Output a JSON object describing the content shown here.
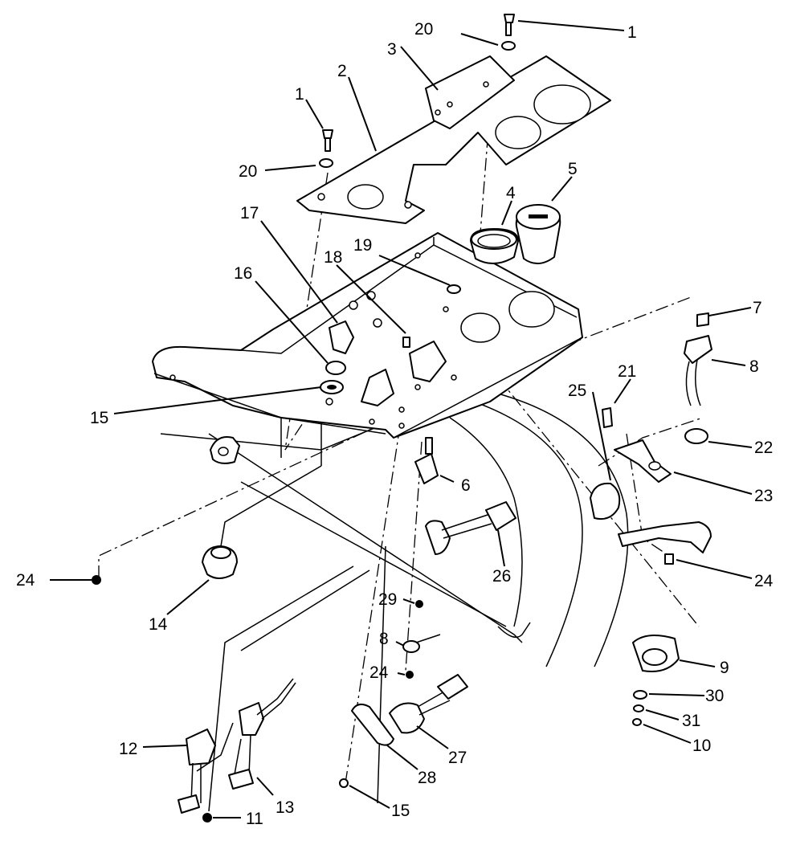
{
  "diagram": {
    "callouts": [
      {
        "id": "c1a",
        "text": "1"
      },
      {
        "id": "c20a",
        "text": "20"
      },
      {
        "id": "c3",
        "text": "3"
      },
      {
        "id": "c2",
        "text": "2"
      },
      {
        "id": "c1b",
        "text": "1"
      },
      {
        "id": "c20b",
        "text": "20"
      },
      {
        "id": "c5",
        "text": "5"
      },
      {
        "id": "c4",
        "text": "4"
      },
      {
        "id": "c17",
        "text": "17"
      },
      {
        "id": "c19",
        "text": "19"
      },
      {
        "id": "c18",
        "text": "18"
      },
      {
        "id": "c16",
        "text": "16"
      },
      {
        "id": "c7",
        "text": "7"
      },
      {
        "id": "c8a",
        "text": "8"
      },
      {
        "id": "c21",
        "text": "21"
      },
      {
        "id": "c25",
        "text": "25"
      },
      {
        "id": "c22",
        "text": "22"
      },
      {
        "id": "c15a",
        "text": "15"
      },
      {
        "id": "c6",
        "text": "6"
      },
      {
        "id": "c23",
        "text": "23"
      },
      {
        "id": "c26",
        "text": "26"
      },
      {
        "id": "c24a",
        "text": "24"
      },
      {
        "id": "c24b",
        "text": "24"
      },
      {
        "id": "c29",
        "text": "29"
      },
      {
        "id": "c14",
        "text": "14"
      },
      {
        "id": "c8b",
        "text": "8"
      },
      {
        "id": "c9",
        "text": "9"
      },
      {
        "id": "c24c",
        "text": "24"
      },
      {
        "id": "c30",
        "text": "30"
      },
      {
        "id": "c31",
        "text": "31"
      },
      {
        "id": "c12",
        "text": "12"
      },
      {
        "id": "c27",
        "text": "27"
      },
      {
        "id": "c10",
        "text": "10"
      },
      {
        "id": "c28",
        "text": "28"
      },
      {
        "id": "c13",
        "text": "13"
      },
      {
        "id": "c11",
        "text": "11"
      },
      {
        "id": "c15b",
        "text": "15"
      }
    ]
  }
}
